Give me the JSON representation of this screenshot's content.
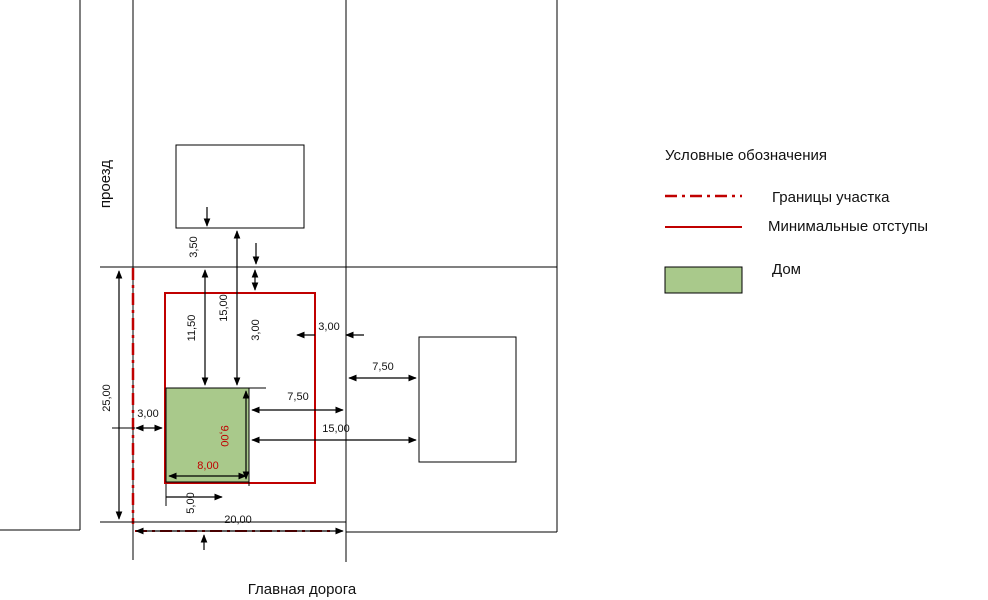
{
  "colors": {
    "boundary": "#c00000",
    "setback": "#c00000",
    "house_fill": "#a9c98b",
    "line": "#000000"
  },
  "roads": {
    "side": "проезд",
    "main": "Главная дорога"
  },
  "legend": {
    "title": "Условные обозначения",
    "boundary_label": "Границы участка",
    "setback_label": "Минимальные отступы",
    "house_label": "Дом"
  },
  "dimensions": {
    "plot_depth": "25,00",
    "plot_width": "20,00",
    "house_width": "8,00",
    "house_depth": "9,00",
    "left_setback": "3,00",
    "front_offset": "5,00",
    "neighbor_top_gap": "3,50",
    "top_setback": "3,00",
    "house_to_top_inner": "11,50",
    "house_to_top_outer": "15,00",
    "right_setback": "3,00",
    "right_gap_inner": "7,50",
    "right_gap_outer": "15,00",
    "neighbor_right_gap": "7,50"
  }
}
